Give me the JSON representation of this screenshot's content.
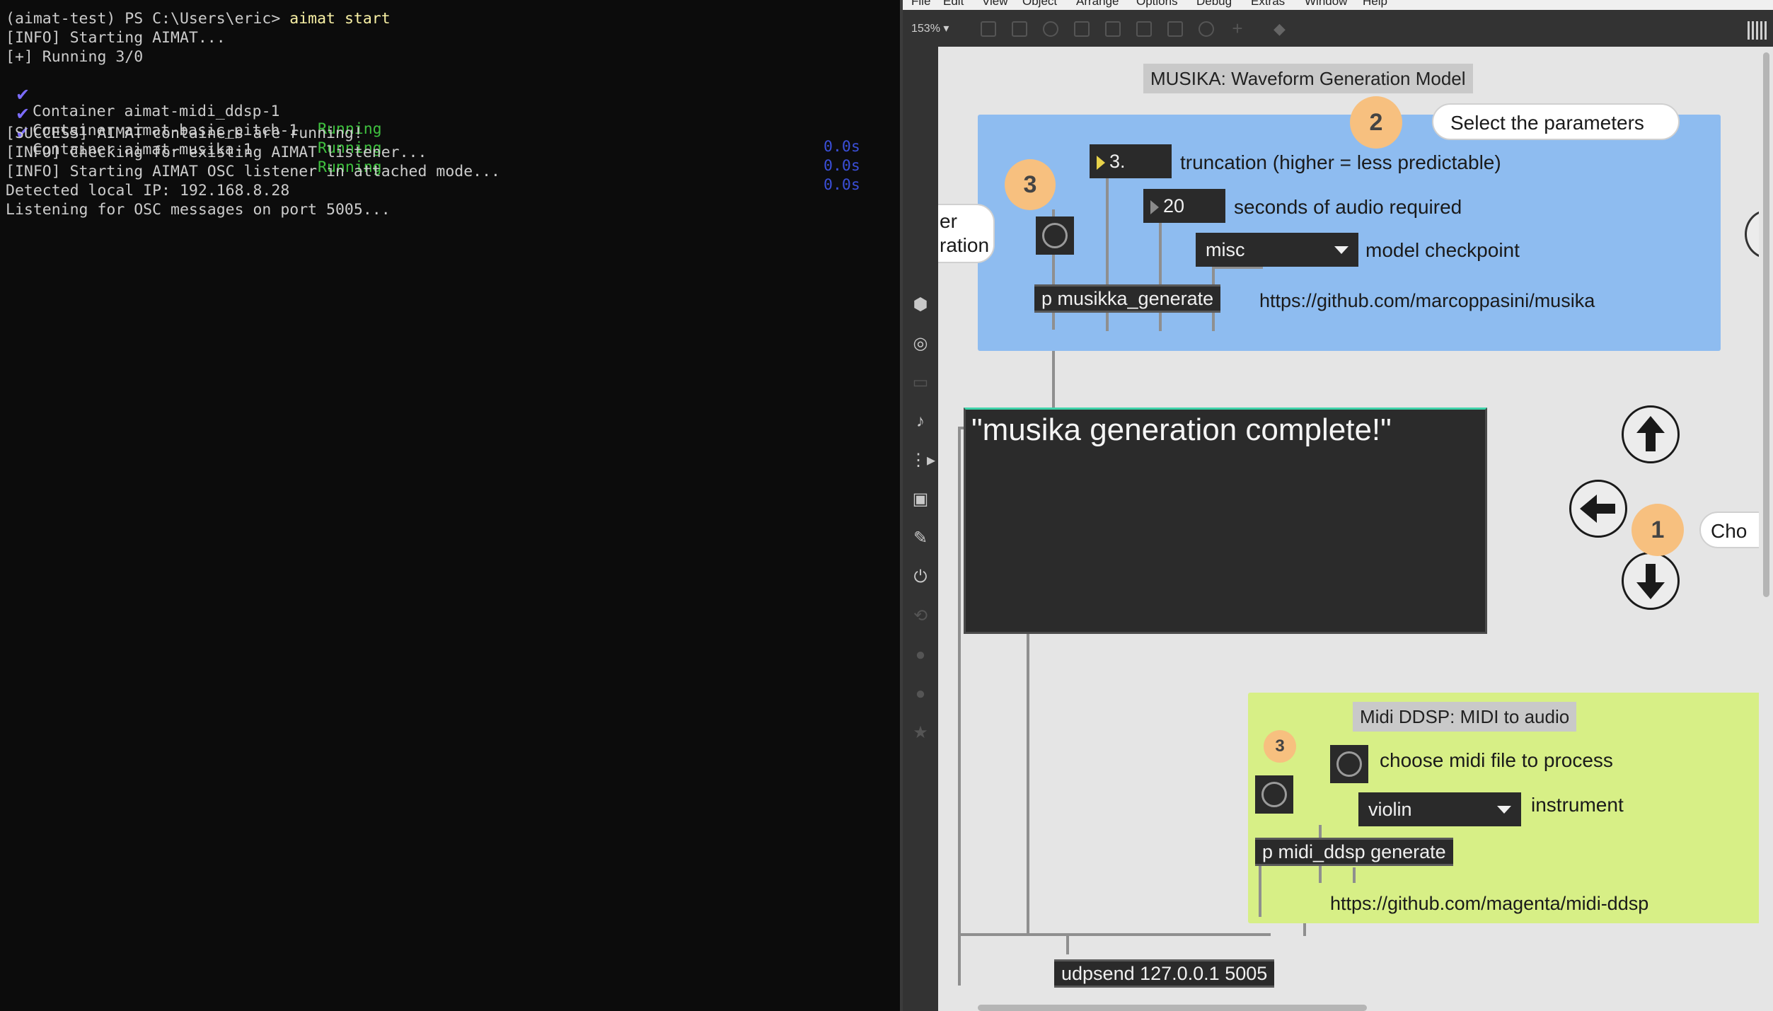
{
  "terminal": {
    "prompt_prefix": "(aimat-test) PS C:\\Users\\eric> ",
    "prompt_command": "aimat start",
    "line_starting": "[INFO] Starting AIMAT...",
    "line_running": "[+] Running 3/0",
    "containers": [
      {
        "name": "Container aimat-midi_ddsp-1",
        "status": "Running",
        "time": "0.0s"
      },
      {
        "name": "Container aimat-basic_pitch-1",
        "status": "Running",
        "time": "0.0s"
      },
      {
        "name": "Container aimat-musika-1",
        "status": "Running",
        "time": "0.0s"
      }
    ],
    "line_success": "[SUCCESS] AIMAT containers are running!",
    "line_checking": "[INFO] Checking for existing AIMAT listener...",
    "line_osc": "[INFO] Starting AIMAT OSC listener in attached mode...",
    "line_ip": "Detected local IP: 192.168.8.28",
    "line_listening": "Listening for OSC messages on port 5005...",
    "check_icon": "checkmark-icon"
  },
  "max": {
    "menu": [
      "File",
      "Edit",
      "View",
      "Object",
      "Arrange",
      "Options",
      "Debug",
      "Extras",
      "Window",
      "Help"
    ],
    "zoom": "153% ▾",
    "sidebar_icons": [
      "cube-icon",
      "target-icon",
      "keyboard-icon",
      "music-note-icon",
      "sequencer-icon",
      "image-icon",
      "paperclip-icon",
      "plug-icon",
      "loop-icon",
      "vst-icon",
      "beap-icon",
      "star-icon"
    ],
    "musika": {
      "title": "MUSIKA: Waveform Generation Model",
      "badge_params": "2",
      "callout_params": "Select the parameters",
      "badge_generate": "3",
      "callout_generate_line1": "er",
      "callout_generate_line2": "ration",
      "truncation_value": "3.",
      "truncation_label": "truncation (higher = less predictable)",
      "seconds_value": "20",
      "seconds_label": "seconds of audio required",
      "checkpoint_value": "misc",
      "checkpoint_label": "model checkpoint",
      "object": "p musikka_generate",
      "url": "https://github.com/marcoppasini/musika"
    },
    "message": "\"musika generation complete!\"",
    "nav": {
      "badge": "1",
      "callout": "Cho"
    },
    "ddsp": {
      "title": "Midi DDSP: MIDI to audio",
      "badge": "3",
      "choose_label": "choose midi file to process",
      "instrument_value": "violin",
      "instrument_label": "instrument",
      "object": "p midi_ddsp generate",
      "url": "https://github.com/magenta/midi-ddsp"
    },
    "udpsend": "udpsend 127.0.0.1 5005"
  }
}
